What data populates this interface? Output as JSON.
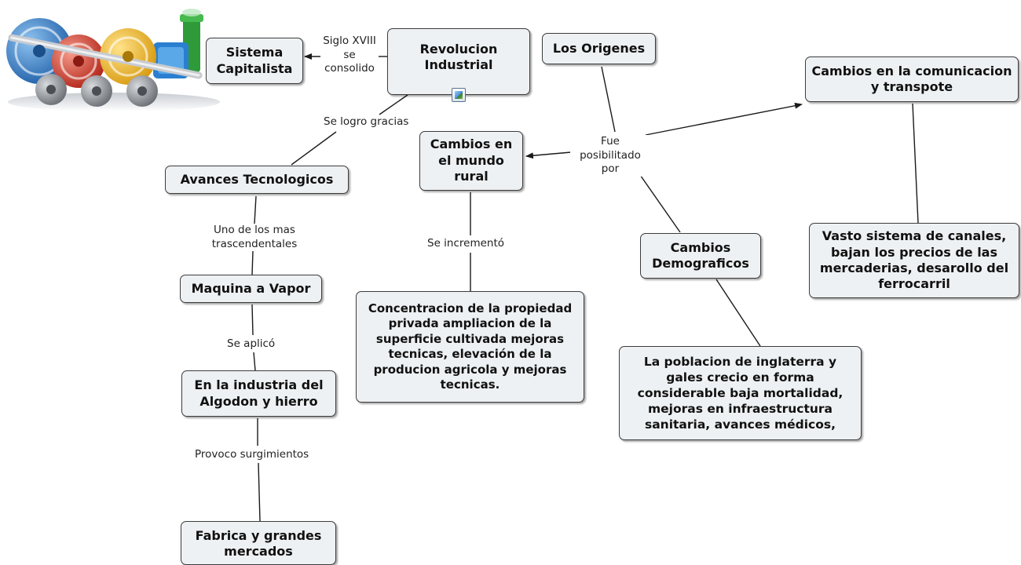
{
  "nodes": {
    "revolucion_industrial": "Revolucion Industrial",
    "sistema_capitalista": "Sistema Capitalista",
    "los_origenes": "Los Origenes",
    "cambios_comunicacion": "Cambios en la comunicacion y transpote",
    "avances_tecnologicos": "Avances Tecnologicos",
    "cambios_mundo_rural": "Cambios en el mundo rural",
    "maquina_vapor": "Maquina a Vapor",
    "industria_algodon": "En la industria del Algodon y hierro",
    "fabrica_mercados": "Fabrica y grandes mercados",
    "concentracion": "Concentracion de la propiedad privada ampliacion de la superficie cultivada mejoras tecnicas, elevación de la producion agricola y mejoras tecnicas.",
    "cambios_demograficos": "Cambios Demograficos",
    "poblacion": "La poblacion de inglaterra y gales crecio en forma considerable baja mortalidad, mejoras en infraestructura sanitaria, avances médicos,",
    "vasto_sistema": "Vasto sistema de canales, bajan los precios de las mercaderias, desarollo del ferrocarril"
  },
  "links": {
    "siglo_xviii": "Siglo XVIII se consolido",
    "se_logro": "Se logro gracias",
    "fue_posibilitado": "Fue posibilitado por",
    "uno_de_los_mas": "Uno de los mas trascendentales",
    "se_incremento": "Se incrementó",
    "se_aplico": "Se aplicó",
    "provoco": "Provoco surgimientos"
  },
  "colors": {
    "node_fill": "#eef1f3",
    "node_border": "#3c3c3c",
    "line": "#1a1a1a"
  },
  "icons": [
    "steam-locomotive-icon",
    "image-attachment-icon"
  ]
}
